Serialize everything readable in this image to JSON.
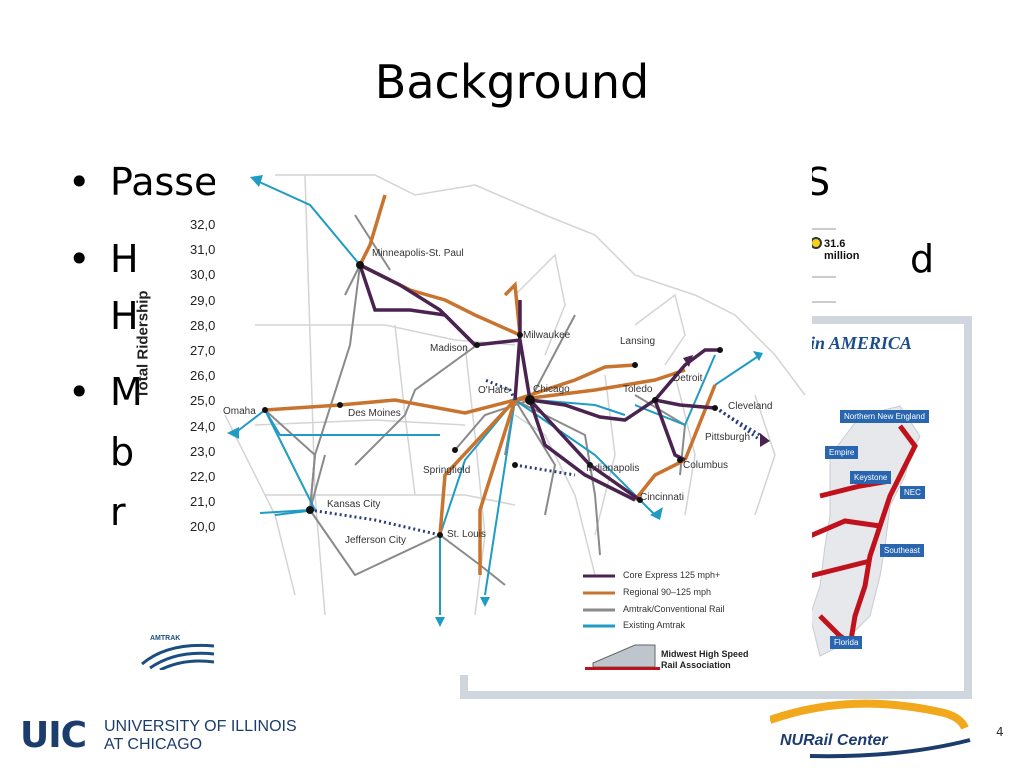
{
  "slide": {
    "title": "Background",
    "bullets": [
      {
        "text": "Passe",
        "tail": "S"
      },
      {
        "text": "H",
        "tail": "d"
      },
      {
        "text": "H",
        "tail": ""
      },
      {
        "text": "M",
        "tail": ""
      },
      {
        "text": "b",
        "tail": ""
      },
      {
        "text": "r",
        "tail": ""
      }
    ],
    "page_number": "4"
  },
  "ridership_chart": {
    "ylabel": "Total Ridership",
    "ticks": [
      "32,0",
      "31,0",
      "30,0",
      "29,0",
      "28,0",
      "27,0",
      "26,0",
      "25,0",
      "24,0",
      "23,0",
      "22,0",
      "21,0",
      "20,0"
    ],
    "annotation": "31.6 million"
  },
  "america_map": {
    "title": "in AMERICA",
    "corridors": [
      "Northern New England",
      "Empire",
      "Keystone",
      "NEC",
      "Southeast",
      "Florida"
    ]
  },
  "midwest_map": {
    "cities": [
      "Minneapolis-St. Paul",
      "Milwaukee",
      "Madison",
      "Lansing",
      "Detroit",
      "Chicago",
      "O'Hare",
      "Toledo",
      "Cleveland",
      "Omaha",
      "Des Moines",
      "Pittsburgh",
      "Columbus",
      "Indianapolis",
      "Springfield",
      "Cincinnati",
      "Kansas City",
      "St. Louis",
      "Jefferson City"
    ],
    "legend": [
      {
        "label": "Core Express 125 mph+",
        "color": "#4a2350"
      },
      {
        "label": "Regional 90–125 mph",
        "color": "#c8732e"
      },
      {
        "label": "Amtrak/Conventional Rail",
        "color": "#8a8a8a"
      },
      {
        "label": "Existing Amtrak",
        "color": "#1f9bc4"
      }
    ],
    "association": [
      "Midwest High Speed",
      "Rail Association"
    ]
  },
  "logos": {
    "amtrak": "AMTRAK",
    "uic_mark": "UIC",
    "uic_name": [
      "UNIVERSITY OF ILLINOIS",
      "AT CHICAGO"
    ],
    "nurail": "NURail Center"
  },
  "colors": {
    "core": "#4a2350",
    "regional": "#c8732e",
    "conventional": "#8a8a8a",
    "existing": "#1f9bc4",
    "uic_blue": "#1d3c6e",
    "map_border": "#cfd6dd",
    "red_corridor": "#c0121c"
  }
}
